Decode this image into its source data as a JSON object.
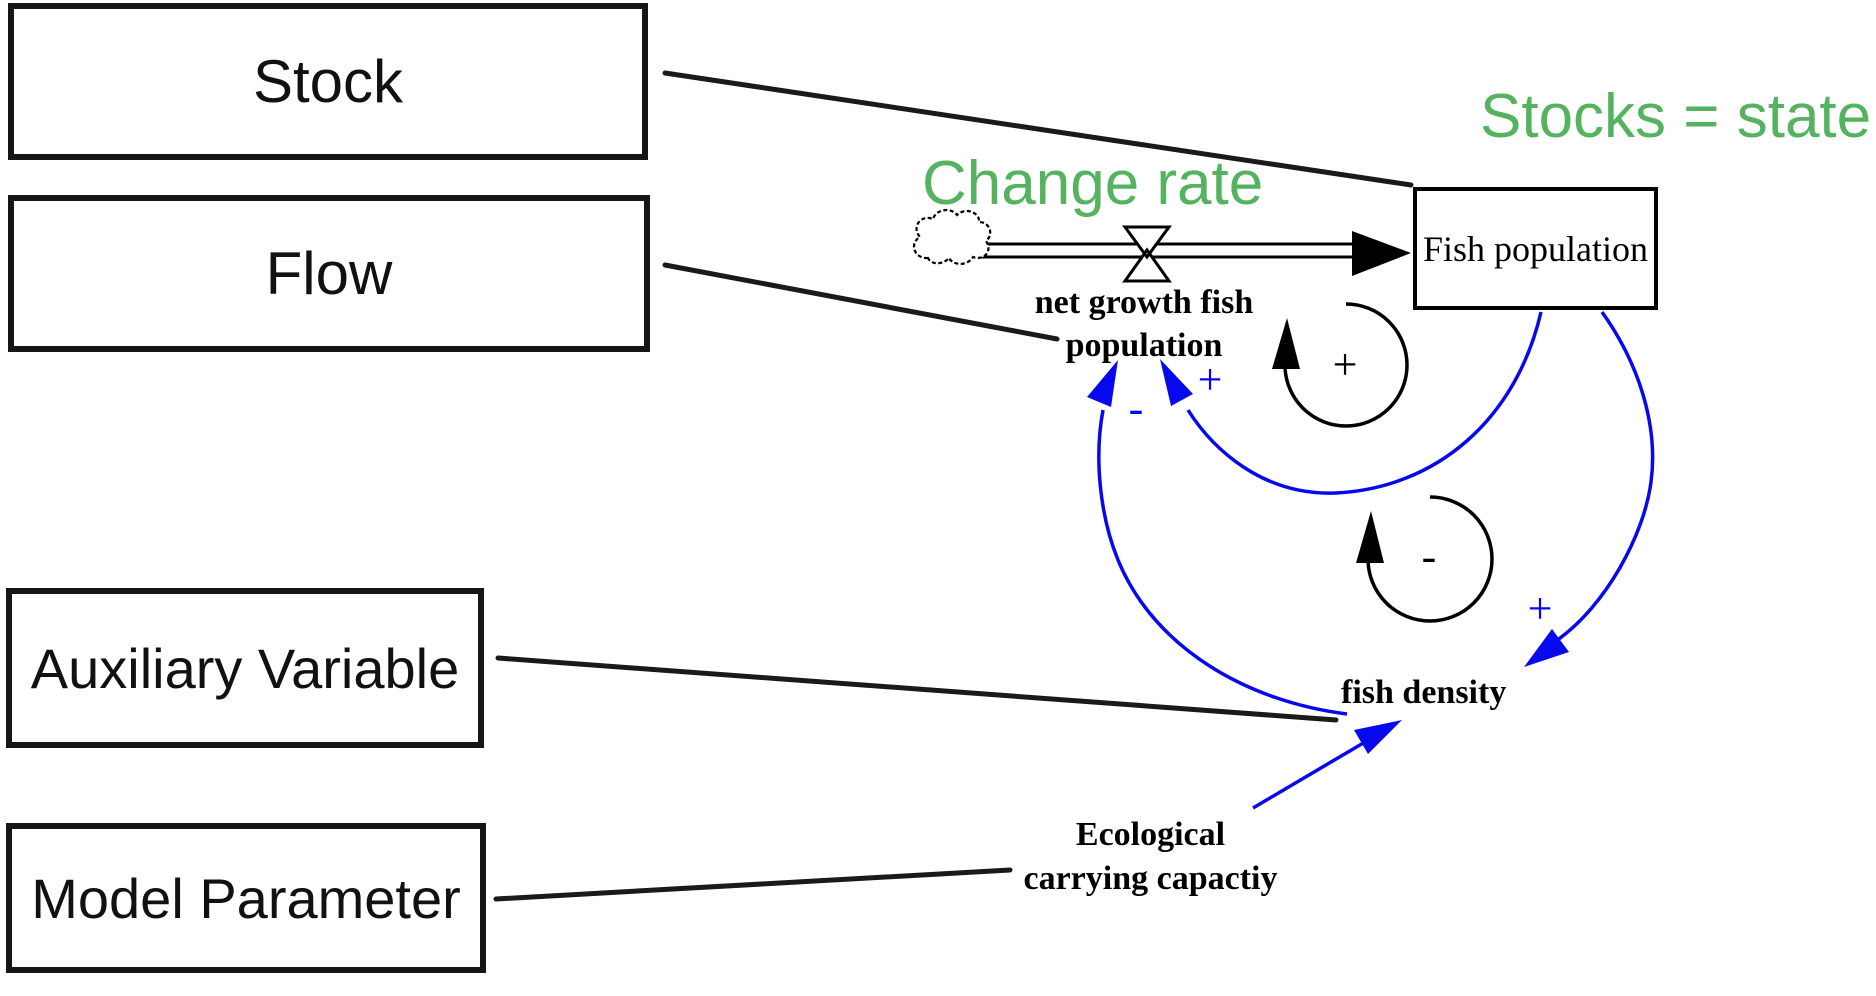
{
  "colors": {
    "green": "#55b35f",
    "blue": "#0808ee",
    "black": "#000000"
  },
  "legend": {
    "items": [
      {
        "label": "Stock"
      },
      {
        "label": "Flow"
      },
      {
        "label": "Auxiliary Variable"
      },
      {
        "label": "Model Parameter"
      }
    ]
  },
  "annotations": {
    "change_rate": "Change rate",
    "stocks_state": "Stocks = state"
  },
  "nodes": {
    "stock": {
      "label": "Fish population"
    },
    "flow": {
      "lines": [
        "net growth fish",
        "population"
      ]
    },
    "aux": {
      "label": "fish density"
    },
    "param": {
      "lines": [
        "Ecological",
        "carrying capactiy"
      ]
    }
  },
  "signs": {
    "stock_to_flow": "+",
    "density_to_flow": "-",
    "stock_to_density": "+",
    "loop_upper": "+",
    "loop_lower": "-"
  }
}
